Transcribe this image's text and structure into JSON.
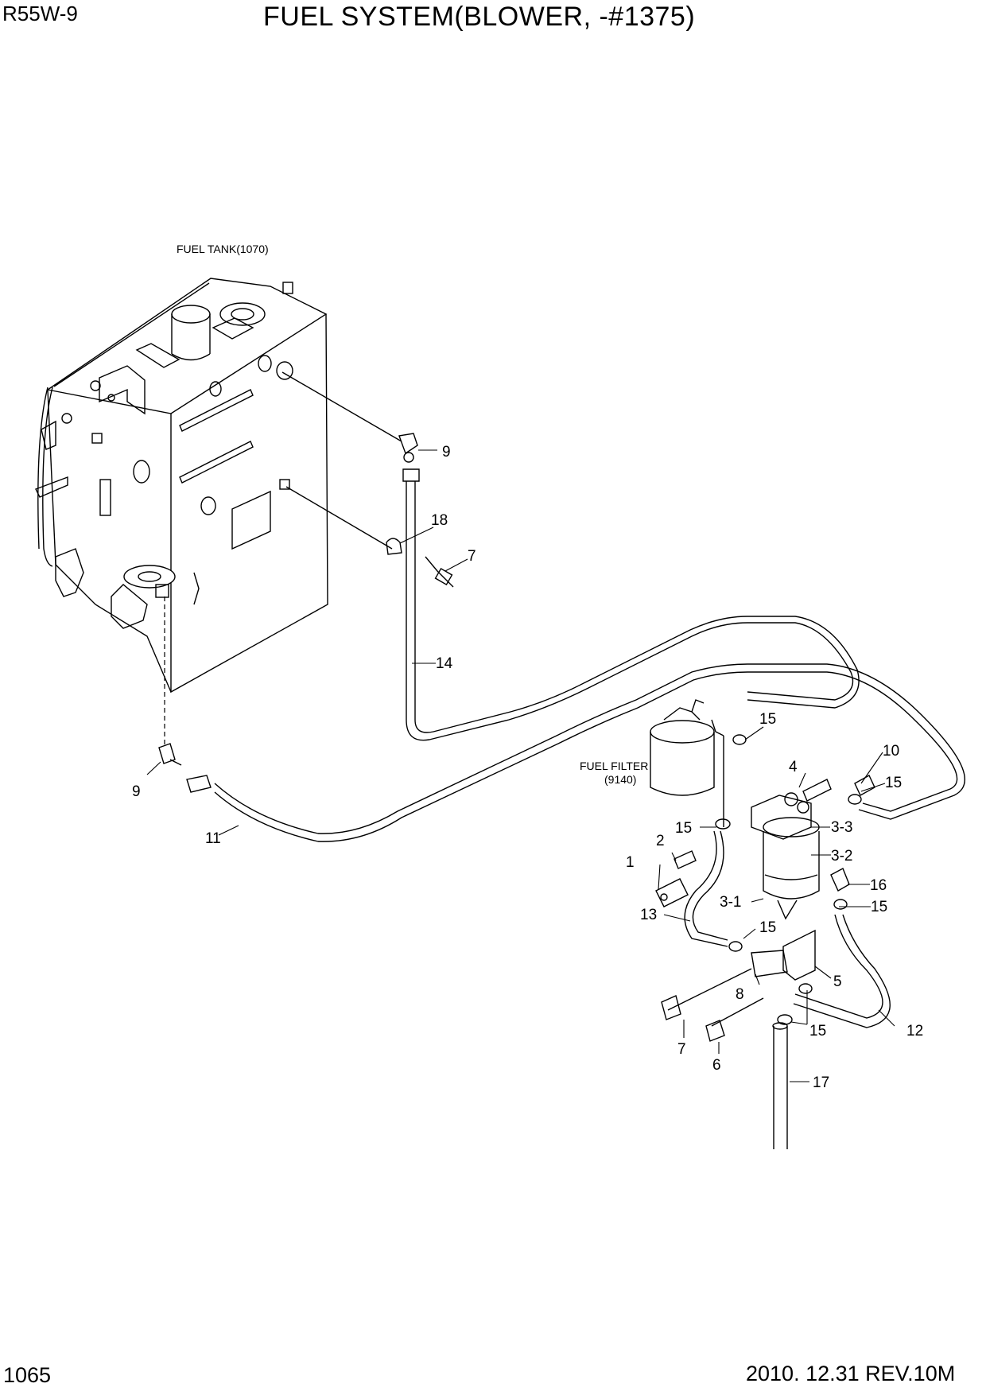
{
  "header": {
    "model": "R55W-9",
    "title": "FUEL SYSTEM(BLOWER, -#1375)"
  },
  "footer": {
    "page": "1065",
    "revision": "2010. 12.31  REV.10M"
  },
  "components": {
    "fuel_tank": "FUEL TANK(1070)",
    "fuel_filter_line1": "FUEL FILTER",
    "fuel_filter_line2": "(9140)"
  },
  "callouts": {
    "c9_top": "9",
    "c18": "18",
    "c7_top": "7",
    "c14": "14",
    "c15_a": "15",
    "c10": "10",
    "c4": "4",
    "c15_b": "15",
    "c9_left": "9",
    "c11": "11",
    "c15_c": "15",
    "c3_3": "3-3",
    "c2": "2",
    "c3_2": "3-2",
    "c1": "1",
    "c16": "16",
    "c13": "13",
    "c3_1": "3-1",
    "c15_d": "15",
    "c15_e": "15",
    "c5": "5",
    "c8": "8",
    "c15_f": "15",
    "c12": "12",
    "c7_bottom": "7",
    "c6": "6",
    "c17": "17"
  }
}
